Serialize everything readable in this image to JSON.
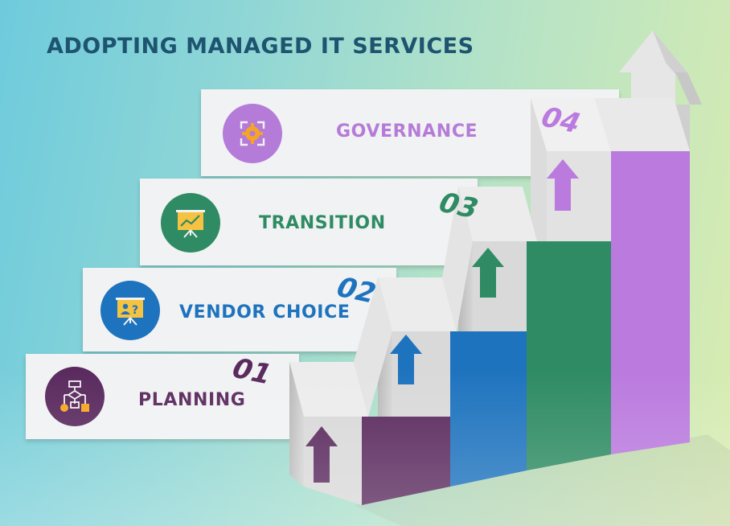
{
  "title": "ADOPTING MANAGED IT SERVICES",
  "steps": [
    {
      "number": "01",
      "label": "PLANNING",
      "color": "#5a2a5e",
      "icon": "flowchart-icon"
    },
    {
      "number": "02",
      "label": "VENDOR CHOICE",
      "color": "#1e73be",
      "icon": "presentation-question-icon"
    },
    {
      "number": "03",
      "label": "TRANSITION",
      "color": "#2e8b63",
      "icon": "presentation-chart-icon"
    },
    {
      "number": "04",
      "label": "GOVERNANCE",
      "color": "#b57bd9",
      "icon": "cycle-gear-icon"
    }
  ]
}
